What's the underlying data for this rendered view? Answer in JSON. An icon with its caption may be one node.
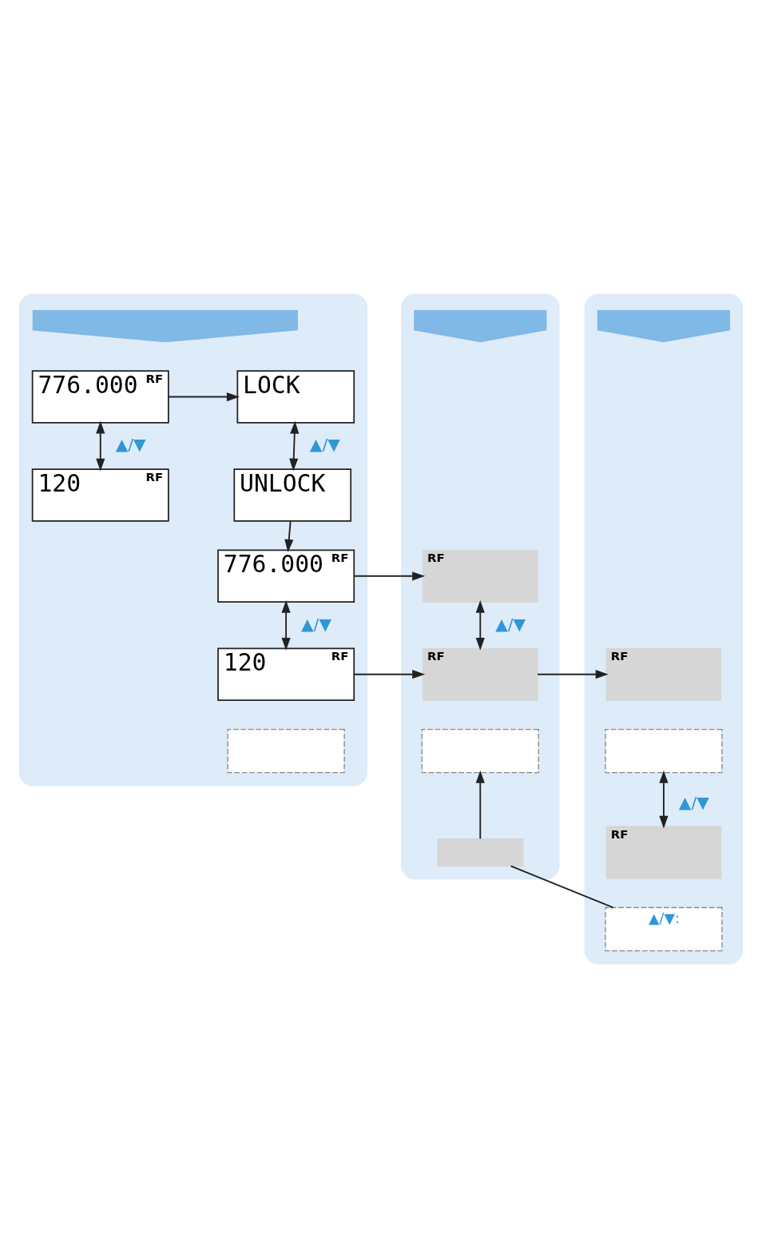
{
  "diagram": {
    "nodes": [
      {
        "text": [],
        "shape": "box"
      },
      {
        "text": [],
        "shape": "band",
        "in": 0
      },
      {
        "text": [
          "776.000",
          "RF"
        ],
        "in": 0
      },
      {
        "text": [
          "LOCK"
        ],
        "in": 0
      },
      {
        "text": [
          "120",
          "RF"
        ],
        "in": 0
      },
      {
        "text": [
          "UNLOCK"
        ],
        "in": 0
      },
      {
        "text": [
          "776.000",
          "RF"
        ],
        "in": 0
      },
      {
        "text": [
          "120",
          "RF"
        ],
        "in": 0
      },
      {
        "text": [],
        "shape": "box",
        "in": 0
      },
      {
        "text": [],
        "shape": "box"
      },
      {
        "text": [],
        "shape": "band",
        "in": 9
      },
      {
        "text": [
          "RF"
        ],
        "in": 9
      },
      {
        "text": [
          "RF"
        ],
        "in": 9
      },
      {
        "text": [],
        "shape": "box",
        "in": 9
      },
      {
        "text": [],
        "shape": "box",
        "in": 9
      },
      {
        "text": [],
        "shape": "box"
      },
      {
        "text": [],
        "shape": "band",
        "in": 15
      },
      {
        "text": [
          "RF"
        ],
        "in": 15
      },
      {
        "text": [],
        "shape": "box",
        "in": 15
      },
      {
        "text": [
          "RF"
        ],
        "in": 15
      },
      {
        "text": [
          "▲/▼:"
        ],
        "in": 15
      }
    ],
    "edges": [
      {
        "from": 2,
        "to": 3,
        "arrow": "to"
      },
      {
        "from": 2,
        "to": 4,
        "arrow": "both",
        "label": "▲/▼"
      },
      {
        "from": 3,
        "to": 5,
        "arrow": "both",
        "label": "▲/▼"
      },
      {
        "from": 5,
        "to": 6,
        "arrow": "to"
      },
      {
        "from": 6,
        "to": 11,
        "arrow": "to"
      },
      {
        "from": 6,
        "to": 7,
        "arrow": "both",
        "label": "▲/▼"
      },
      {
        "from": 7,
        "to": 12,
        "arrow": "to"
      },
      {
        "from": 11,
        "to": 12,
        "arrow": "both",
        "label": "▲/▼"
      },
      {
        "from": 12,
        "to": 17,
        "arrow": "to"
      },
      {
        "from": 18,
        "to": 19,
        "arrow": "both",
        "label": "▲/▼"
      },
      {
        "from": 20,
        "to": 14,
        "arrow": "none"
      },
      {
        "from": 14,
        "to": 13,
        "arrow": "to"
      }
    ]
  }
}
